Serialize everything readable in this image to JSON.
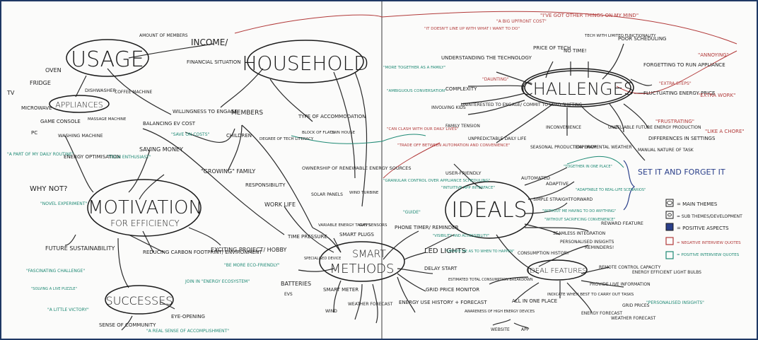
{
  "main_themes": {
    "usage": "USAGE",
    "household": "HOUSEHOLD",
    "motivation": "MOTIVATION",
    "motivation_sub": "FOR EFFICIENCY",
    "challenges": "CHALLENGES",
    "ideals": "IDEALS",
    "smart_methods_1": "SMART",
    "smart_methods_2": "METHODS"
  },
  "sub_themes": {
    "appliances": "APPLIANCES",
    "successes": "SUCCESSES",
    "ideal_features": "IDEAL FEATURES"
  },
  "usage_notes": [
    "OVEN",
    "FRIDGE",
    "TV",
    "MICROWAVE",
    "DISHWASHER",
    "COFFEE MACHINE",
    "GAME CONSOLE",
    "PC",
    "MASSAGE MACHINE",
    "WASHING MACHINE",
    "AMOUNT OF MEMBERS"
  ],
  "household_notes": [
    "INCOME/",
    "FINANCIAL SITUATION",
    "WILLINGNESS TO ENGAGE",
    "MEMBERS",
    "CHILDREN",
    "DEGREE OF TECH LITERACY",
    "TYPE OF ACCOMMODATION",
    "BLOCK OF FLATS",
    "OWN HOUSE",
    "\"GROWING\" FAMILY",
    "RESPONSIBILITY",
    "OWNERSHIP OF RENEWABLE ENERGY SOURCES",
    "SOLAR PANELS",
    "WIND TURBINE",
    "WORK LIFE",
    "TIME PRESSURE"
  ],
  "motivation_notes": [
    "BALANCING EV COST",
    "SAVING MONEY",
    "ENERGY OPTIMISATION",
    "WHY NOT?",
    "FUTURE SUSTAINABILITY",
    "REDUCING CARBON FOOTPRINT/ ENVIRONMENT",
    "EXCITING PROJECT/ HOBBY"
  ],
  "successes_notes": [
    "SENSE OF COMMUNITY",
    "EYE-OPENING"
  ],
  "challenges_notes": [
    "UNDERSTANDING THE TECHNOLOGY",
    "COMPLEXITY",
    "INVOLVING KIDS",
    "FAMILY TENSION",
    "UNINTERESTED TO ENGAGE/ COMMIT TO LOAD SHIFTING",
    "UNPREDICTABLE DAILY LIFE",
    "PRICE OF TECH",
    "NO TIME!",
    "TECH WITH LIMITED FUNCTIONALITY",
    "POOR SCHEDULING",
    "FORGETTING TO RUN APPLIANCE",
    "FLUCTUATING ENERGY PRICE",
    "DIFFERENCES IN SETTINGS",
    "MANUAL NATURE OF TASK",
    "INCONVENIENCE",
    "UNRELIABLE FUTURE ENERGY PRODUCTION",
    "SEASONAL PRODUCTION DROP",
    "TEMPERAMENTAL WEATHER"
  ],
  "ideals_notes": [
    "USER-FRIENDLY",
    "AUTOMATED",
    "ADAPTIVE",
    "SIMPLE STRAIGHTFORWARD",
    "SEAMLESS INTEGRATION",
    "PERSONALISED INSIGHTS",
    "REWARD FEATURE",
    "REMINDERS!",
    "CONSUMPTION HISTORY",
    "REMOTE CONTROL CAPACITY",
    "ENERGY EFFICIENT LIGHT BULBS",
    "PROVIDE LIVE INFORMATION",
    "INDICATE WHEN BEST TO CARRY OUT TASKS",
    "GRID PRICES",
    "ENERGY FORECAST",
    "WEATHER FORECAST",
    "ALL IN ONE PLACE",
    "WEBSITE",
    "APP",
    "ESTIMATED TOTAL CONSUMPTION BREAKDOWN",
    "AWARENESS OF HIGH ENERGY DEVICES",
    "SET IT AND FORGET IT"
  ],
  "smart_methods_notes": [
    "PHONE TIMER/ REMINDER",
    "LED LIGHTS",
    "VARIABLE ENERGY TARIFFS",
    "SMART PLUGS",
    "GAS SENSORS",
    "DELAY START",
    "GRID PRICE MONITOR",
    "ENERGY USE HISTORY + FORECAST",
    "SMART METER",
    "WIND",
    "WEATHER FORECAST",
    "BATTERIES",
    "EVS",
    "SPECIALISED DEVICE"
  ],
  "positive_quotes": [
    "\"A PART OF MY DAILY ROUTINE\"",
    "\"TECH ENTHUSIAST\"",
    "\"SAVE ON COSTS\"",
    "\"NOVEL EXPERIMENT\"",
    "\"FASCINATING CHALLENGE\"",
    "\"SOLVING A LIVE PUZZLE\"",
    "\"A LITTLE VICTORY\"",
    "JOIN IN \"ENERGY ECOSYSTEM\"",
    "\"BE MORE ECO-FRIENDLY\"",
    "\"A REAL SENSE OF ACCOMPLISHMENT\"",
    "\"GRANULAR CONTROL OVER APPLIANCE SCHEDULING\"",
    "\"INTUITIVE APP INTERFACE\"",
    "\"GUIDE\"",
    "\"VISIBILITY AND ACCESSIBILITY\"",
    "\"UPDATE ME AS TO WHEN TO HAPPEN\"",
    "\"PERSONALISED INSIGHTS\"",
    "\"WITHOUT ME HAVING TO DO ANYTHING\"",
    "\"ADAPTABLE TO REAL-LIFE SCENARIOS\"",
    "\"WITHOUT SACRIFICING CONVENIENCE\"",
    "\"TOGETHER IN ONE PLACE\""
  ],
  "negative_quotes": [
    "\"IT DOESN'T LINE UP WITH WHAT I WANT TO DO\"",
    "\"A BIG UPFRONT COST\"",
    "\"I'VE GOT OTHER THINGS ON MY MIND\"",
    "\"ANNOYING\"",
    "\"EXTRA STEPS\"",
    "\"EXTRA WORK\"",
    "\"FRUSTRATING\"",
    "\"LIKE A CHORE\"",
    "\"DAUNTING\"",
    "\"CAN CLASH WITH OUR DAILY LIVES\"",
    "\"TRADE OFF BETWEEN AUTOMATION AND CONVENIENCE\""
  ],
  "green_challenge_quotes": [
    "\"MORE TOGETHER AS A FAMILY\"",
    "\"AMBIGUOUS CONVERSATION\""
  ],
  "legend": [
    {
      "swatch": "oval",
      "label": "= MAIN THEMES",
      "color": "#1a1a1a"
    },
    {
      "swatch": "oval-small",
      "label": "= SUB THEMES/DEVELOPMENT",
      "color": "#1a1a1a"
    },
    {
      "swatch": "box",
      "label": "= POSITIVE ASPECTS",
      "color": "#2a3f8a"
    },
    {
      "swatch": "box",
      "label": "= NEGATIVE INTERVIEW QUOTES",
      "color": "#b23a3a"
    },
    {
      "swatch": "box",
      "label": "= POSITIVE INTERVIEW QUOTES",
      "color": "#1f8a75"
    }
  ],
  "colors": {
    "ink": "#1a1a1a",
    "positive_quote": "#1f8a75",
    "negative_quote": "#b23a3a",
    "positive_aspect": "#2a3f8a",
    "frame": "#1f3864"
  }
}
